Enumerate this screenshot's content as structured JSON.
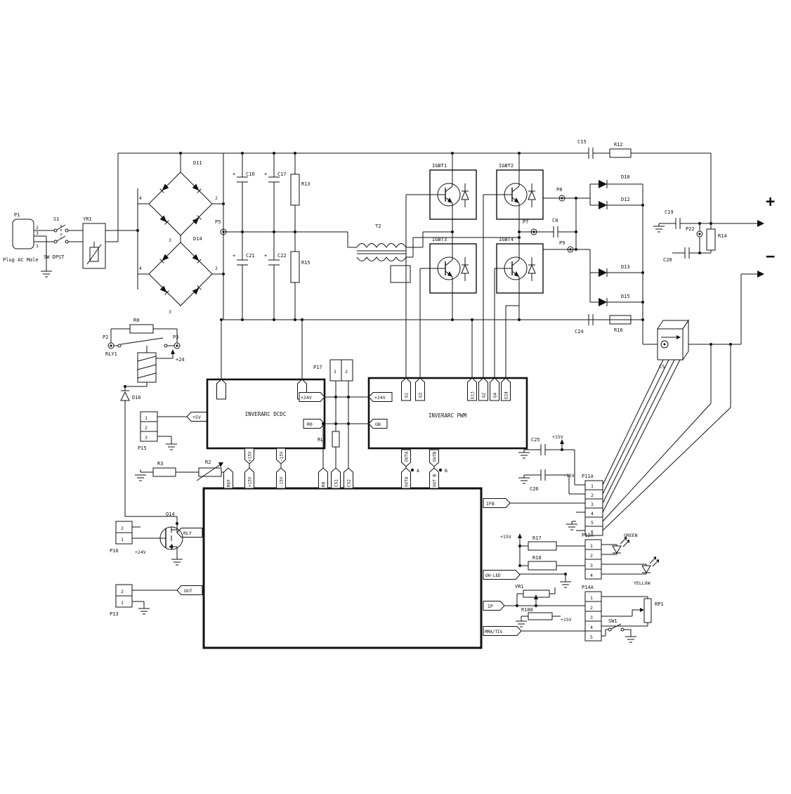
{
  "pins": {
    "n1": "1",
    "n2": "2",
    "n3": "3",
    "n4": "4",
    "n5": "5",
    "n6": "6"
  },
  "input": {
    "p1": "P1",
    "plug": "Plug AC Male",
    "s1": "S1",
    "sw_dpst": "SW DPST",
    "yr1": "YR1"
  },
  "rectifier": {
    "d11": "D11",
    "d14": "D14",
    "c16": "C16",
    "c17": "C17",
    "r13": "R13",
    "c21": "C21",
    "c22": "C22",
    "r15": "R15",
    "p5": "P5",
    "plus": "+"
  },
  "inverter": {
    "t2": "T2",
    "igbt1": "IGBT1",
    "igbt2": "IGBT2",
    "igbt3": "IGBT3",
    "igbt4": "IGBT4",
    "p7": "P7",
    "p8": "P8",
    "p9": "P9",
    "c0": "C0"
  },
  "output": {
    "c15": "C15",
    "r12": "R12",
    "d10": "D10",
    "d12": "D12",
    "d13": "D13",
    "d15": "D15",
    "c24": "C24",
    "r16": "R16",
    "c19": "C19",
    "c20": "C20",
    "p22": "P22",
    "r14": "R14",
    "cs": "CS",
    "plus": "+",
    "minus": "−"
  },
  "relay": {
    "r0": "R0",
    "p2": "P2",
    "p3": "P3",
    "rly1": "RLY1",
    "v24": "+24",
    "d16": "D16",
    "p15": "P15",
    "v5": "+5V",
    "r3": "R3",
    "r2": "R2"
  },
  "dcdc": {
    "title": "INVERARC DCDC",
    "v24": "+24V",
    "r0": "R0",
    "p15v": "+15V",
    "m15v": "-15V",
    "p17": "P17",
    "rl": "RL"
  },
  "pwm": {
    "title": "INVERARC PWM",
    "v24": "+24V",
    "gn": "GN",
    "g1": "G1",
    "g3": "G3",
    "e13": "E13",
    "g2": "G2",
    "g4": "G4",
    "e24": "E24",
    "outa": "OUTA",
    "outb": "OUTB",
    "a": "A",
    "b": "B"
  },
  "supply": {
    "c25": "C25",
    "c26": "C26",
    "p15v": "+15V",
    "m15v": "-15V",
    "p11a": "P11A"
  },
  "main": {
    "ref": "REF",
    "p15v": "+15V",
    "m15v": "-15V",
    "r0": "R0",
    "cs1": "CS1",
    "cs2": "CS2",
    "outa": "OUTA",
    "outb": "OUT B",
    "rly": "RLY",
    "out": "OUT",
    "ifb": "IFB",
    "oh_led": "OH-LED",
    "ip": "IP",
    "mma_tig": "MMA/TIG"
  },
  "aux": {
    "q14": "Q14",
    "p16": "P16",
    "v24": "+24V",
    "p13": "P13"
  },
  "panel": {
    "v15": "+15V",
    "r17": "R17",
    "r18": "R18",
    "p12a": "P12A",
    "green": "GREEN",
    "yellow": "YELLOW",
    "vr1": "VR1",
    "r100": "R100",
    "v15b": "+15V",
    "p14a": "P14A",
    "rp1": "RP1",
    "sw1": "SW1"
  }
}
